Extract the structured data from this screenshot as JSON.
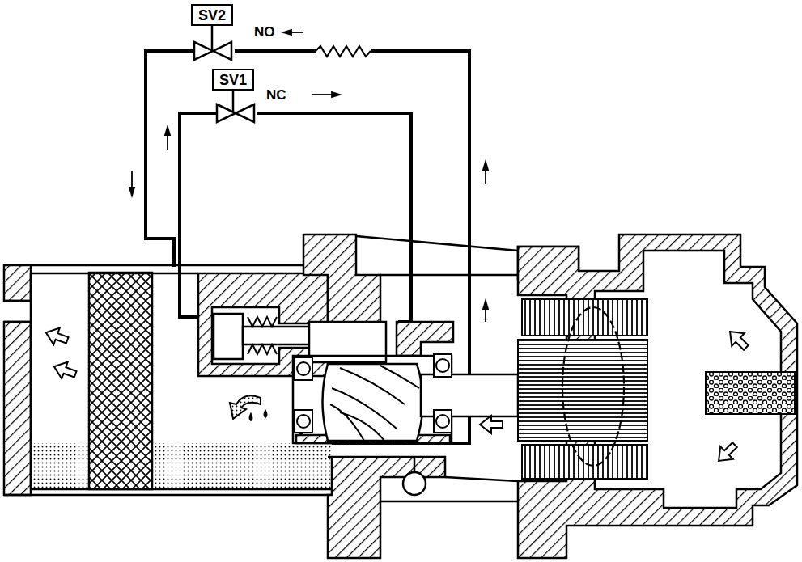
{
  "diagram": {
    "nodes": [
      {
        "text": [
          "SV2"
        ]
      },
      {
        "text": [
          "SV1"
        ]
      }
    ],
    "labels": [
      "NO",
      "NC"
    ]
  }
}
